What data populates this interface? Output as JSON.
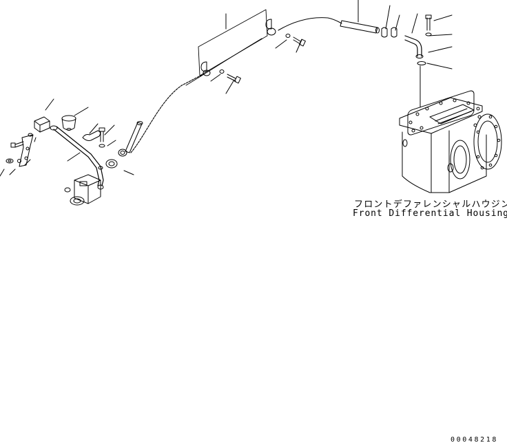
{
  "labels": {
    "housing_jp": "フロントデファレンシャルハウジング",
    "housing_en": "Front Differential Housing"
  },
  "drawing_number": "00048218"
}
